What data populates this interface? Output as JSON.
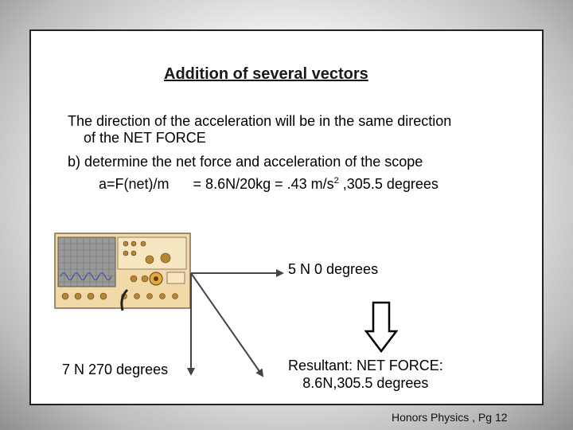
{
  "slide": {
    "title": "Addition of several vectors",
    "line1": "The direction of the acceleration will be in the same direction",
    "line2": "of the NET FORCE",
    "line3": "b) determine the net force and acceleration of the scope",
    "equation": {
      "lhs": "a=F(net)/m",
      "rhs_pre": "= 8.6N/20kg = .43 m/s",
      "exp": "2",
      "rhs_post": " ,305.5 degrees"
    },
    "vector_5n_label": "5 N 0 degrees",
    "vector_7n_label": "7 N 270 degrees",
    "resultant_line1": "Resultant:  NET FORCE:",
    "resultant_line2": "8.6N,305.5 degrees",
    "footer": "Honors Physics , Pg 12"
  },
  "colors": {
    "vector_line": "#444444",
    "scope_body": "#f2d9a8",
    "scope_screen": "#9a9a9a"
  },
  "icons": [
    "oscilloscope-icon",
    "down-arrow-icon"
  ]
}
